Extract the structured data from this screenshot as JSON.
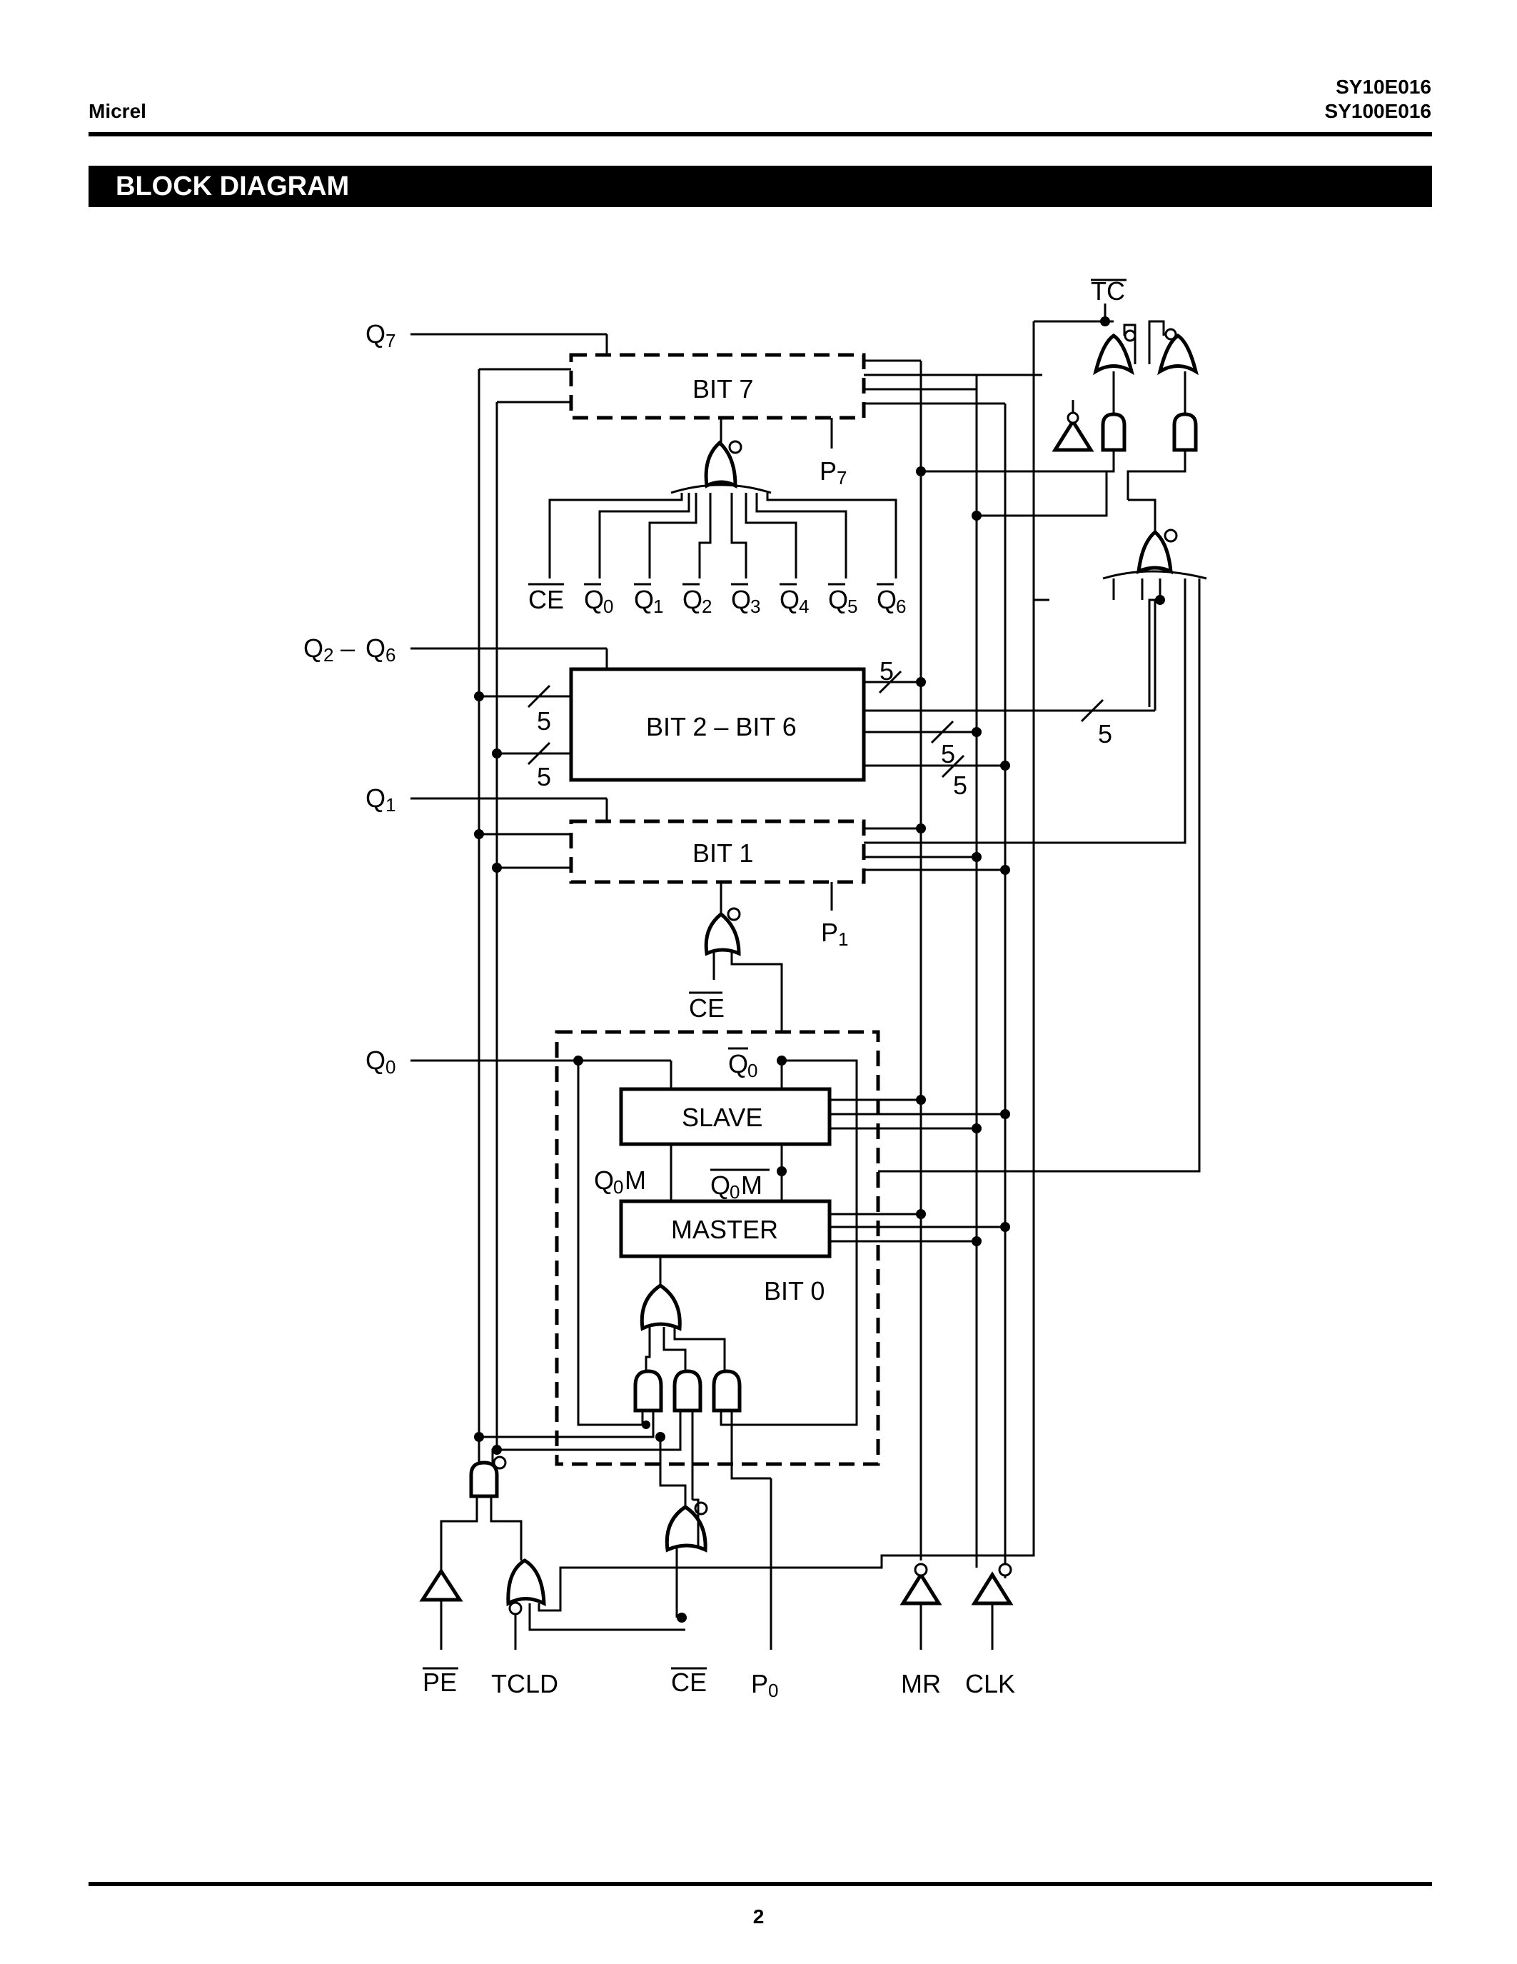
{
  "header": {
    "company": "Micrel",
    "part_numbers": [
      "SY10E016",
      "SY100E016"
    ]
  },
  "section_title": "BLOCK DIAGRAM",
  "page_number": "2",
  "diagram": {
    "blocks": {
      "bit7": "BIT 7",
      "bit2_6": "BIT 2 – BIT 6",
      "bit1": "BIT 1",
      "bit0": "BIT 0",
      "slave": "SLAVE",
      "master": "MASTER"
    },
    "outputs": {
      "q7": "Q",
      "q2_6": "Q",
      "q1": "Q",
      "q0": "Q",
      "tc": "TC"
    },
    "inputs": {
      "pe": "PE",
      "tcld": "TCLD",
      "ce": "CE",
      "p0": "P",
      "mr": "MR",
      "clk": "CLK"
    },
    "labels": {
      "p7": "P",
      "p1": "P",
      "ce_bit7": "CE",
      "ce_bit1": "CE",
      "q0bar": "Q",
      "q0m": "Q",
      "q0mbar": "Q",
      "q0m_suffix": "M",
      "dash": "–",
      "bus_width": "5"
    },
    "subscripts": [
      "7",
      "2",
      "6",
      "1",
      "0",
      "3",
      "4",
      "5"
    ],
    "nor_inputs": [
      "CE",
      "Q",
      "Q",
      "Q",
      "Q",
      "Q",
      "Q",
      "Q"
    ]
  }
}
